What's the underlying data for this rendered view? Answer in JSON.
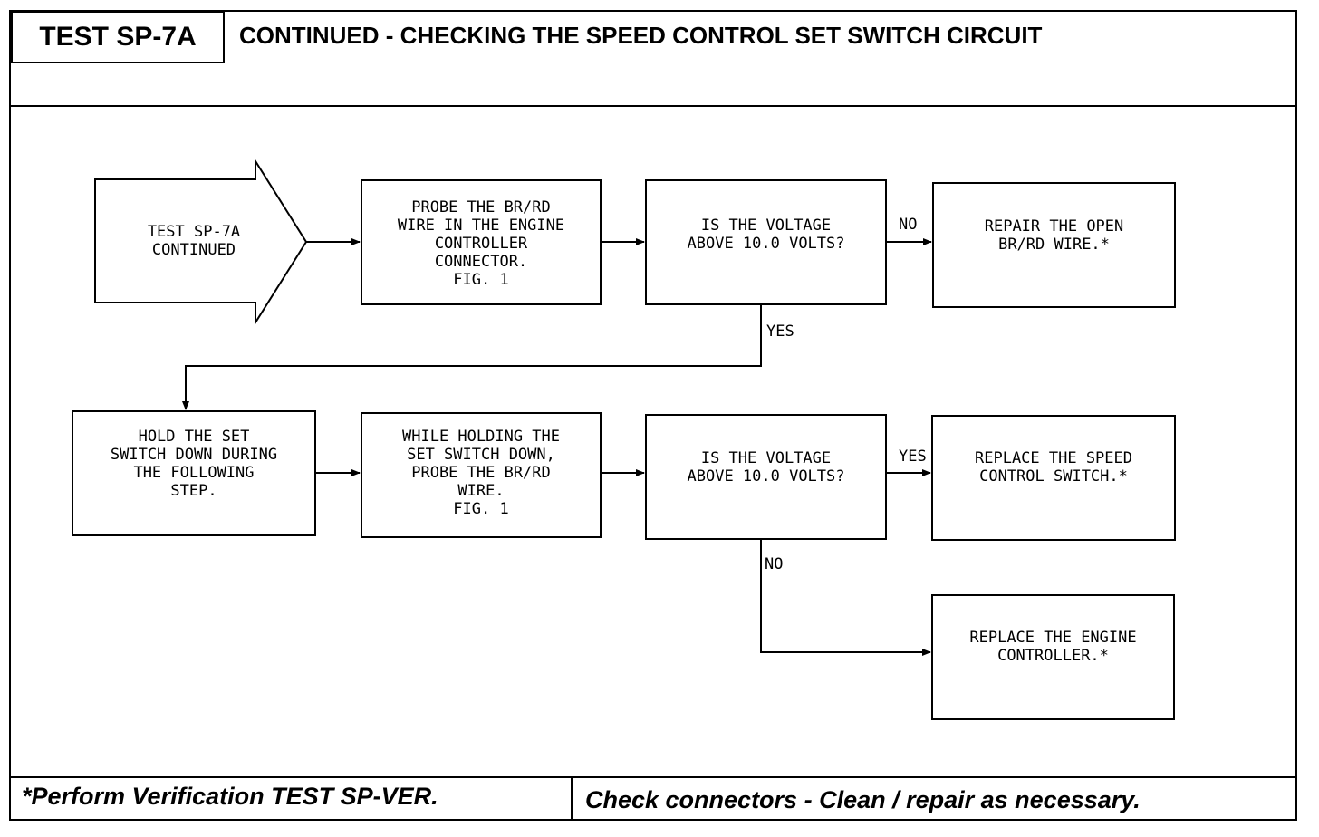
{
  "header": {
    "test_id": "TEST SP-7A",
    "title": "CONTINUED - CHECKING THE SPEED CONTROL SET SWITCH CIRCUIT"
  },
  "flow": {
    "start": "TEST SP-7A\nCONTINUED",
    "probe_1": "PROBE THE BR/RD\nWIRE IN THE ENGINE\nCONTROLLER\nCONNECTOR.\nFIG. 1",
    "question_1": "IS THE VOLTAGE\nABOVE 10.0 VOLTS?",
    "no_1": "NO",
    "repair_open": "REPAIR THE OPEN\nBR/RD WIRE.*",
    "yes_1": "YES",
    "hold_set": "HOLD THE SET\nSWITCH DOWN DURING\nTHE FOLLOWING\nSTEP.",
    "probe_2": "WHILE HOLDING THE\nSET SWITCH DOWN,\nPROBE THE BR/RD\nWIRE.\nFIG. 1",
    "question_2": "IS THE VOLTAGE\nABOVE 10.0 VOLTS?",
    "yes_2": "YES",
    "replace_switch": "REPLACE THE SPEED\nCONTROL SWITCH.*",
    "no_2": "NO",
    "replace_controller": "REPLACE THE ENGINE\nCONTROLLER.*"
  },
  "footer": {
    "verification": "*Perform Verification  TEST SP-VER.",
    "check_connectors": "Check connectors - Clean / repair as necessary."
  }
}
